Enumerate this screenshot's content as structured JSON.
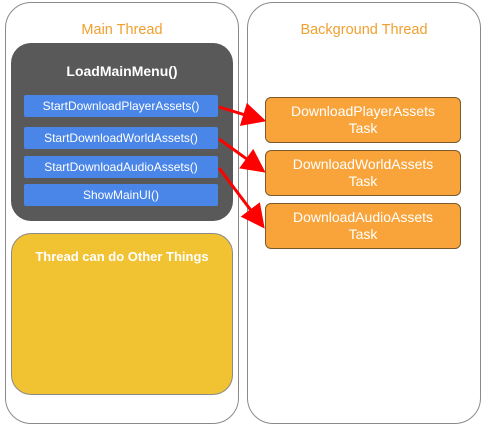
{
  "lanes": {
    "main_title": "Main Thread",
    "background_title": "Background Thread"
  },
  "menu": {
    "title": "LoadMainMenu()",
    "calls": [
      "StartDownloadPlayerAssets()",
      "StartDownloadWorldAssets()",
      "StartDownloadAudioAssets()",
      "ShowMainUI()"
    ]
  },
  "other": {
    "text": "Thread can do Other Things"
  },
  "tasks": [
    {
      "line1": "DownloadPlayerAssets",
      "line2": "Task"
    },
    {
      "line1": "DownloadWorldAssets",
      "line2": "Task"
    },
    {
      "line1": "DownloadAudioAssets",
      "line2": "Task"
    }
  ],
  "colors": {
    "lane_title": "#f0a030",
    "menu_box": "#595959",
    "call_button": "#4a86e8",
    "other_box": "#f1c232",
    "task_box": "#f8a43a",
    "arrow": "#ff0000"
  }
}
